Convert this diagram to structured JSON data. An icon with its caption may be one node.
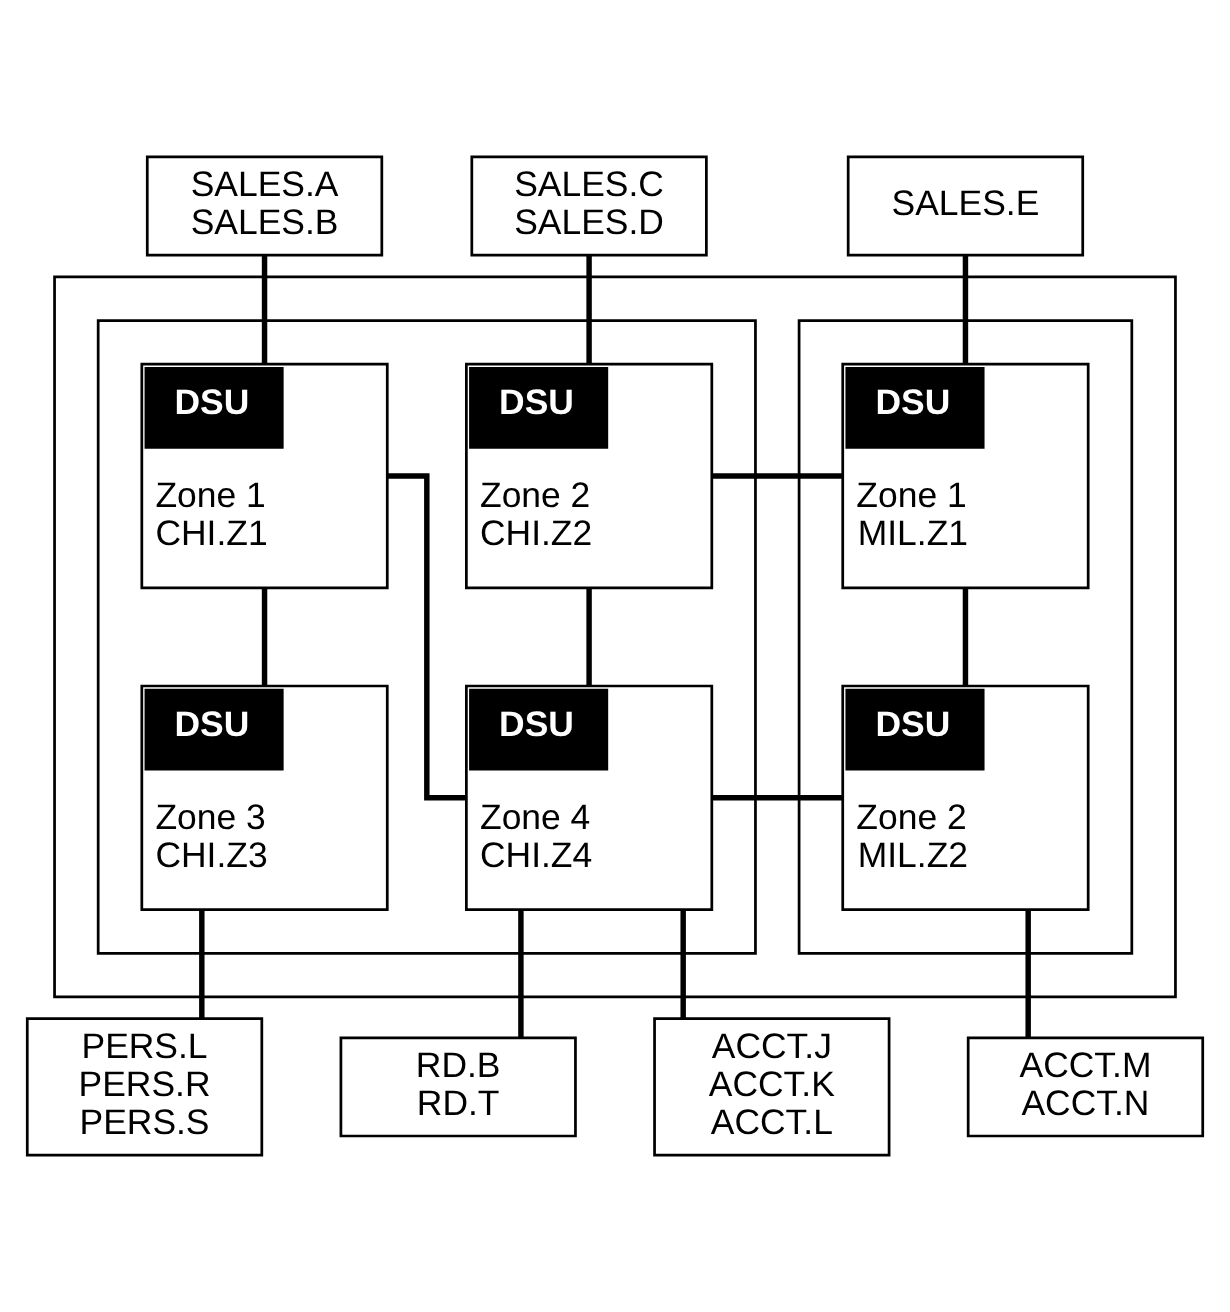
{
  "diagram": {
    "nodes": [
      {
        "text": [
          "SALES.A SALES.B"
        ]
      },
      {
        "text": [
          "SALES.C SALES.D"
        ]
      },
      {
        "text": [
          "SALES.E"
        ]
      },
      {
        "text": [],
        "shape": "box"
      },
      {
        "text": [],
        "shape": "box",
        "in": 3
      },
      {
        "text": [],
        "shape": "box",
        "in": 3
      },
      {
        "text": [
          "DSU",
          "Zone 1 CHI.Z1"
        ],
        "in": 4
      },
      {
        "text": [
          "DSU",
          "Zone 2 CHI.Z2"
        ],
        "in": 4
      },
      {
        "text": [
          "DSU",
          "Zone 1 MIL.Z1"
        ],
        "in": 5
      },
      {
        "text": [
          "DSU",
          "Zone 3 CHI.Z3"
        ],
        "in": 4
      },
      {
        "text": [
          "DSU",
          "Zone 4 CHI.Z4"
        ],
        "in": 4
      },
      {
        "text": [
          "DSU",
          "Zone 2 MIL.Z2"
        ],
        "in": 5
      },
      {
        "text": [
          "PERS.L PERS.R PERS.S"
        ]
      },
      {
        "text": [
          "RD.B RD.T"
        ]
      },
      {
        "text": [
          "ACCT.J ACCT.K ACCT.L"
        ]
      },
      {
        "text": [
          "ACCT.M ACCT.N"
        ]
      }
    ],
    "edges": [
      {
        "from": 0,
        "to": 6,
        "arrow": "none"
      },
      {
        "from": 1,
        "to": 7,
        "arrow": "none"
      },
      {
        "from": 2,
        "to": 8,
        "arrow": "none"
      },
      {
        "from": 7,
        "to": 8,
        "arrow": "none"
      },
      {
        "from": 6,
        "to": 9,
        "arrow": "none"
      },
      {
        "from": 6,
        "to": 10,
        "arrow": "none"
      },
      {
        "from": 7,
        "to": 10,
        "arrow": "none"
      },
      {
        "from": 8,
        "to": 11,
        "arrow": "none"
      },
      {
        "from": 10,
        "to": 11,
        "arrow": "none"
      },
      {
        "from": 9,
        "to": 12,
        "arrow": "none"
      },
      {
        "from": 10,
        "to": 13,
        "arrow": "none"
      },
      {
        "from": 10,
        "to": 14,
        "arrow": "none"
      },
      {
        "from": 11,
        "to": 15,
        "arrow": "none"
      }
    ]
  }
}
